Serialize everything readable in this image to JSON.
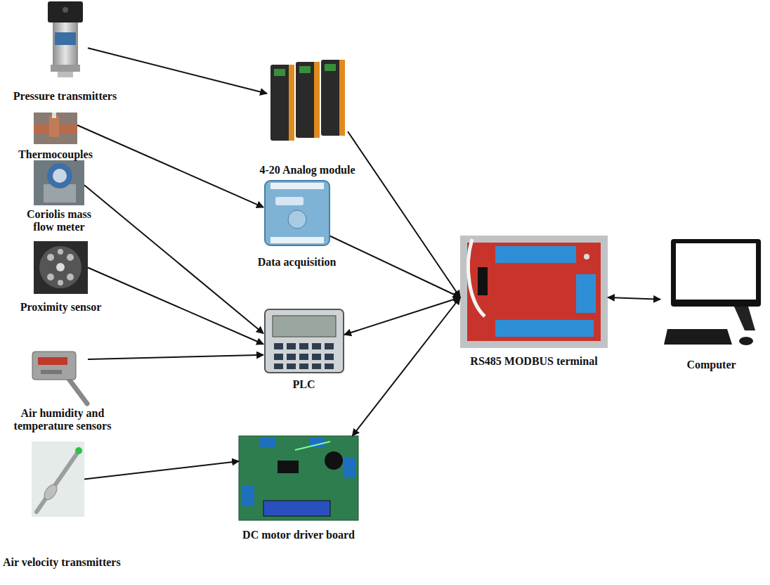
{
  "diagram": {
    "nodes": [
      {
        "text": [
          "Pressure transmitters"
        ]
      },
      {
        "text": [
          "Thermocouples"
        ]
      },
      {
        "text": [
          "Coriolis mass flow meter"
        ]
      },
      {
        "text": [
          "Proximity sensor"
        ]
      },
      {
        "text": [
          "Air humidity and temperature sensors"
        ]
      },
      {
        "text": [
          "Air velocity transmitters"
        ]
      },
      {
        "text": [
          "4-20 Analog module"
        ]
      },
      {
        "text": [
          "Data acquisition"
        ]
      },
      {
        "text": [
          "PLC"
        ]
      },
      {
        "text": [
          "DC motor driver board"
        ]
      },
      {
        "text": [
          "RS485 MODBUS terminal"
        ]
      },
      {
        "text": [
          "Computer"
        ]
      }
    ],
    "edges": [
      {
        "from": 0,
        "to": 6,
        "arrow": "to"
      },
      {
        "from": 1,
        "to": 7,
        "arrow": "to"
      },
      {
        "from": 2,
        "to": 8,
        "arrow": "to"
      },
      {
        "from": 3,
        "to": 8,
        "arrow": "to"
      },
      {
        "from": 4,
        "to": 8,
        "arrow": "to"
      },
      {
        "from": 5,
        "to": 9,
        "arrow": "to"
      },
      {
        "from": 6,
        "to": 10,
        "arrow": "to"
      },
      {
        "from": 7,
        "to": 10,
        "arrow": "to"
      },
      {
        "from": 8,
        "to": 10,
        "arrow": "both"
      },
      {
        "from": 9,
        "to": 10,
        "arrow": "both"
      },
      {
        "from": 10,
        "to": 11,
        "arrow": "both"
      }
    ]
  }
}
